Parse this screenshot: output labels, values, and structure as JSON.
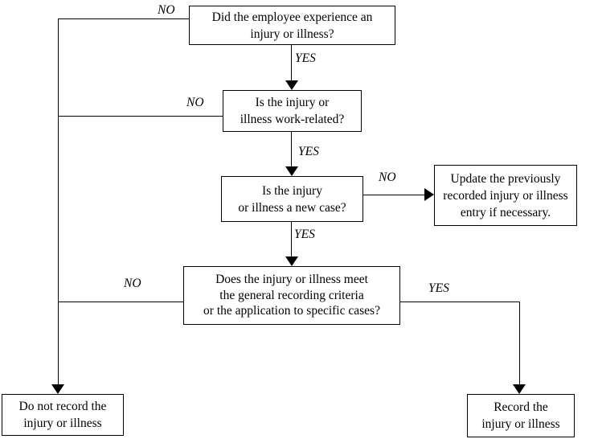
{
  "diagram": {
    "nodes": {
      "q1": "Did the employee experience an\ninjury or illness?",
      "q2": "Is the injury or\nillness work-related?",
      "q3": "Is the injury\nor illness a new case?",
      "update": "Update the previously\nrecorded injury or illness\nentry if necessary.",
      "q4": "Does the injury or illness meet\nthe general recording criteria\nor the application to specific cases?",
      "do_not_record": "Do not record the\ninjury or illness",
      "record": "Record the\ninjury or illness"
    },
    "edge_labels": {
      "q1_no": "NO",
      "q1_yes": "YES",
      "q2_no": "NO",
      "q2_yes": "YES",
      "q3_no": "NO",
      "q3_yes": "YES",
      "q4_no": "NO",
      "q4_yes": "YES"
    },
    "colors": {
      "line": "#000000",
      "box_border": "#000000",
      "text": "#000000",
      "background": "#ffffff"
    }
  }
}
